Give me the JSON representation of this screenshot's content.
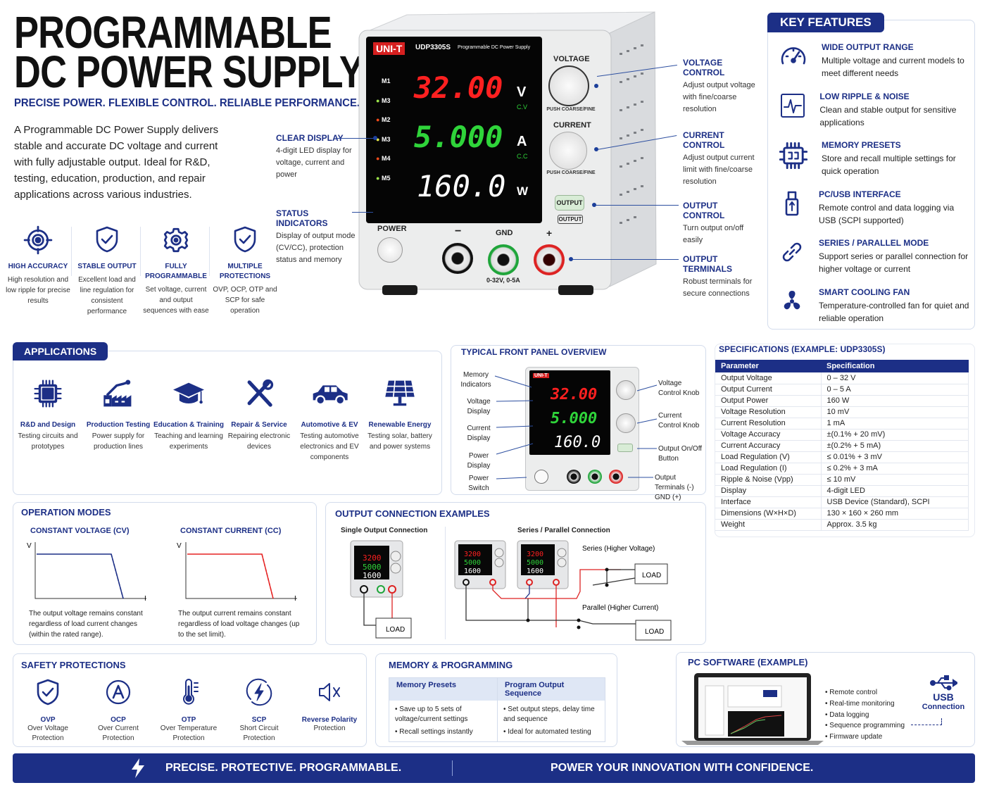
{
  "header": {
    "title_line1": "PROGRAMMABLE",
    "title_line2": "DC POWER SUPPLY",
    "tagline": "PRECISE POWER. FLEXIBLE CONTROL. RELIABLE PERFORMANCE.",
    "description": "A Programmable DC Power Supply delivers stable and accurate DC voltage and current with fully adjustable output. Ideal for R&D, testing, education, production, and repair applications across various industries."
  },
  "features": [
    {
      "icon": "target",
      "title": "HIGH ACCURACY",
      "desc": "High resolution and low ripple for precise results"
    },
    {
      "icon": "shield",
      "title": "STABLE OUTPUT",
      "desc": "Excellent load and line regulation for consistent performance"
    },
    {
      "icon": "gear",
      "title": "FULLY PROGRAMMABLE",
      "desc": "Set voltage, current and output sequences with ease"
    },
    {
      "icon": "shield",
      "title": "MULTIPLE PROTECTIONS",
      "desc": "OVP, OCP, OTP and SCP for safe operation"
    }
  ],
  "device": {
    "brand": "UNI-T",
    "model": "UDP3305S",
    "subtitle": "Programmable DC Power Supply",
    "memory": [
      "M1",
      "M3",
      "M2",
      "M3",
      "M4",
      "M5"
    ],
    "voltage": "32.00",
    "voltage_unit": "V",
    "cv": "C.V",
    "current": "5.000",
    "current_unit": "A",
    "cc": "C.C",
    "power": "160.0",
    "power_unit": "W",
    "voltage_label": "VOLTAGE",
    "current_label": "CURRENT",
    "push_label": "PUSH COARSE/FINE",
    "output_label": "OUTPUT",
    "power_label": "POWER",
    "minus": "−",
    "gnd": "GND",
    "plus": "+",
    "rating": "0-32V, 0-5A"
  },
  "callouts": {
    "clear_display": {
      "title": "CLEAR DISPLAY",
      "desc": "4-digit LED display for voltage, current and power"
    },
    "status": {
      "title": "STATUS INDICATORS",
      "desc": "Display of output mode (CV/CC), protection status and memory"
    },
    "voltage": {
      "title": "VOLTAGE CONTROL",
      "desc": "Adjust output voltage with fine/coarse resolution"
    },
    "current": {
      "title": "CURRENT CONTROL",
      "desc": "Adjust output current limit with fine/coarse resolution"
    },
    "output": {
      "title": "OUTPUT CONTROL",
      "desc": "Turn output on/off easily"
    },
    "terminals": {
      "title": "OUTPUT TERMINALS",
      "desc": "Robust terminals for secure connections"
    }
  },
  "key_features": {
    "title": "KEY FEATURES",
    "items": [
      {
        "icon": "gauge",
        "title": "WIDE OUTPUT RANGE",
        "desc": "Multiple voltage and current models to meet different needs"
      },
      {
        "icon": "wave",
        "title": "LOW RIPPLE & NOISE",
        "desc": "Clean and stable output for sensitive applications"
      },
      {
        "icon": "chip",
        "title": "MEMORY PRESETS",
        "desc": "Store and recall multiple settings for quick operation"
      },
      {
        "icon": "usbstick",
        "title": "PC/USB INTERFACE",
        "desc": "Remote control and data logging via USB (SCPI supported)"
      },
      {
        "icon": "link",
        "title": "SERIES / PARALLEL MODE",
        "desc": "Support series or parallel connection for higher voltage or current"
      },
      {
        "icon": "fan",
        "title": "SMART COOLING FAN",
        "desc": "Temperature-controlled fan for quiet and reliable operation"
      }
    ]
  },
  "applications": {
    "title": "APPLICATIONS",
    "items": [
      {
        "icon": "cpu",
        "title": "R&D and Design",
        "desc": "Testing circuits and prototypes"
      },
      {
        "icon": "factory",
        "title": "Production Testing",
        "desc": "Power supply for production lines"
      },
      {
        "icon": "cap",
        "title": "Education & Training",
        "desc": "Teaching and learning experiments"
      },
      {
        "icon": "tools",
        "title": "Repair & Service",
        "desc": "Repairing electronic devices"
      },
      {
        "icon": "car",
        "title": "Automotive & EV",
        "desc": "Testing automotive electronics and EV components"
      },
      {
        "icon": "solar",
        "title": "Renewable Energy",
        "desc": "Testing solar, battery and power systems"
      }
    ]
  },
  "front_panel": {
    "title": "TYPICAL FRONT PANEL OVERVIEW",
    "left": [
      "Memory Indicators",
      "Voltage Display",
      "Current Display",
      "Power Display",
      "Power Switch"
    ],
    "right": [
      "Voltage Control Knob",
      "Current Control Knob",
      "Output On/Off Button",
      "Output Terminals (-) GND (+)"
    ]
  },
  "specs": {
    "title": "SPECIFICATIONS (EXAMPLE: UDP3305S)",
    "headers": [
      "Parameter",
      "Specification"
    ],
    "rows": [
      [
        "Output Voltage",
        "0 – 32 V"
      ],
      [
        "Output Current",
        "0 – 5 A"
      ],
      [
        "Output Power",
        "160 W"
      ],
      [
        "Voltage Resolution",
        "10 mV"
      ],
      [
        "Current Resolution",
        "1 mA"
      ],
      [
        "Voltage Accuracy",
        "±(0.1% + 20 mV)"
      ],
      [
        "Current Accuracy",
        "±(0.2% + 5 mA)"
      ],
      [
        "Load Regulation (V)",
        "≤ 0.01% + 3 mV"
      ],
      [
        "Load Regulation (I)",
        "≤ 0.2% + 3 mA"
      ],
      [
        "Ripple & Noise (Vpp)",
        "≤ 10 mV"
      ],
      [
        "Display",
        "4-digit LED"
      ],
      [
        "Interface",
        "USB Device (Standard), SCPI"
      ],
      [
        "Dimensions (W×H×D)",
        "130 × 160 × 260 mm"
      ],
      [
        "Weight",
        "Approx. 3.5 kg"
      ]
    ]
  },
  "operation_modes": {
    "title": "OPERATION MODES",
    "cv": {
      "title": "CONSTANT VOLTAGE (CV)",
      "axis_y": "V",
      "axis_x": "I",
      "desc": "The output voltage remains constant regardless of load current changes (within the rated range)."
    },
    "cc": {
      "title": "CONSTANT CURRENT (CC)",
      "axis_y": "V",
      "axis_x": "I",
      "desc": "The output current remains constant regardless of load voltage changes (up to the set limit)."
    }
  },
  "connections": {
    "title": "OUTPUT CONNECTION EXAMPLES",
    "single": "Single Output Connection",
    "series_parallel": "Series / Parallel Connection",
    "series": "Series (Higher Voltage)",
    "parallel": "Parallel (Higher Current)",
    "load": "LOAD",
    "mini_v": "3200",
    "mini_a": "5000",
    "mini_w": "1600"
  },
  "safety": {
    "title": "SAFETY PROTECTIONS",
    "items": [
      {
        "icon": "shield",
        "title": "OVP",
        "desc": "Over Voltage Protection"
      },
      {
        "icon": "ammeter",
        "title": "OCP",
        "desc": "Over Current Protection"
      },
      {
        "icon": "thermo",
        "title": "OTP",
        "desc": "Over Temperature Protection"
      },
      {
        "icon": "bolt",
        "title": "SCP",
        "desc": "Short Circuit Protection"
      },
      {
        "icon": "speakerx",
        "title": "Reverse Polarity",
        "desc": "Protection"
      }
    ]
  },
  "memory": {
    "title": "MEMORY & PROGRAMMING",
    "col1_title": "Memory Presets",
    "col1_items": [
      "• Save up to 5 sets of voltage/current settings",
      "• Recall settings instantly"
    ],
    "col2_title": "Program Output Sequence",
    "col2_items": [
      "• Set output steps, delay time and sequence",
      "• Ideal for automated testing"
    ]
  },
  "pc_software": {
    "title": "PC SOFTWARE (EXAMPLE)",
    "items": [
      "• Remote control",
      "• Real-time monitoring",
      "• Data logging",
      "• Sequence programming",
      "• Firmware update"
    ],
    "usb_title": "USB",
    "usb_sub": "Connection"
  },
  "footer": {
    "left": "PRECISE. PROTECTIVE. PROGRAMMABLE.",
    "right": "POWER YOUR INNOVATION WITH CONFIDENCE."
  },
  "colors": {
    "navy": "#1c2f86",
    "red": "#e52222",
    "green": "#2fd43a"
  }
}
